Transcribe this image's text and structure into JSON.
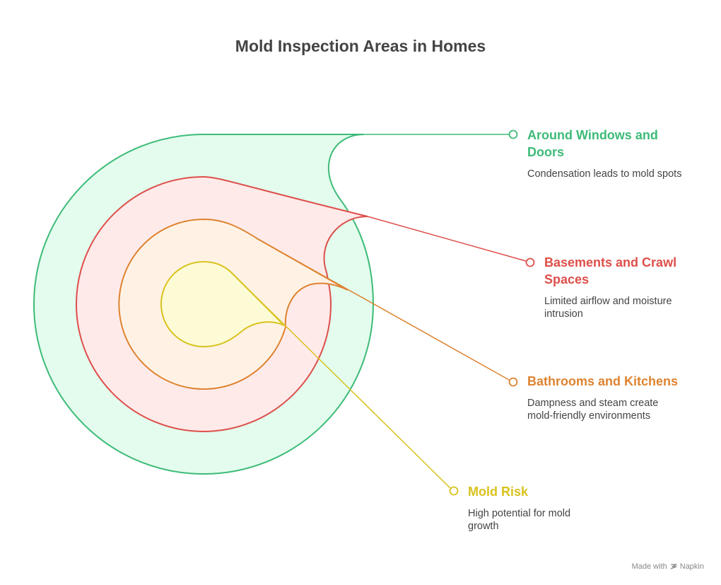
{
  "title": "Mold Inspection Areas in Homes",
  "layers": [
    {
      "name": "windows",
      "title": "Around Windows and Doors",
      "description": "Condensation leads to mold spots",
      "color": "#3dbb78",
      "fill": "#e3fcee"
    },
    {
      "name": "basements",
      "title": "Basements and Crawl Spaces",
      "description": "Limited airflow and moisture intrusion",
      "color": "#dd4f4a",
      "fill": "#ffeaea"
    },
    {
      "name": "bathrooms",
      "title": "Bathrooms and Kitchens",
      "description": "Dampness and steam create mold-friendly environments",
      "color": "#de8330",
      "fill": "#fff2e4"
    },
    {
      "name": "mold-risk",
      "title": "Mold Risk",
      "description": "High potential for mold growth",
      "color": "#d9c21d",
      "fill": "#fdfbd6"
    }
  ],
  "footer": {
    "made_with": "Made with",
    "brand": "Napkin"
  }
}
